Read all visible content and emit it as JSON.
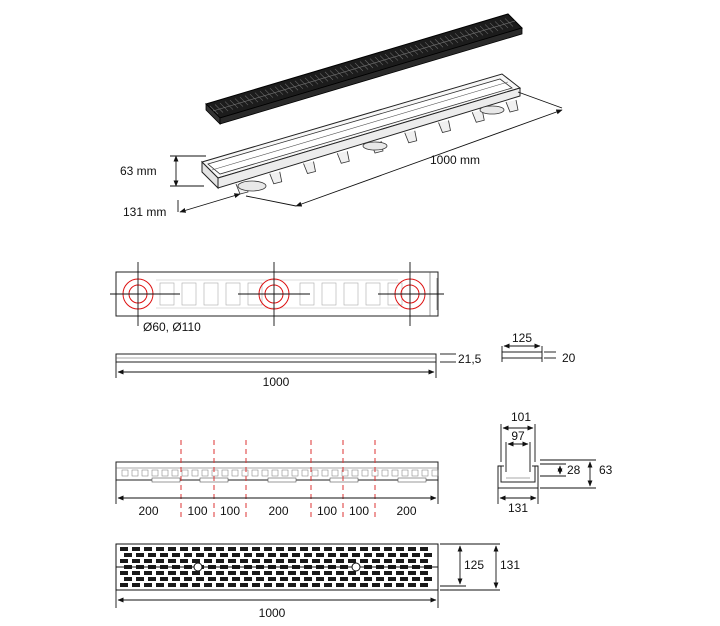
{
  "isometric": {
    "height_label": "63 mm",
    "width_label": "131 mm",
    "length_label": "1000 mm"
  },
  "top_view": {
    "outlet_label": "Ø60, Ø110"
  },
  "side_view": {
    "length_label": "1000",
    "height_label": "21,5"
  },
  "grate_section": {
    "width_label": "125",
    "height_label": "20"
  },
  "channel_view": {
    "segment_labels": [
      "200",
      "100",
      "100",
      "200",
      "100",
      "100",
      "200"
    ]
  },
  "cross_section": {
    "outer_top_label": "101",
    "inner_top_label": "97",
    "inner_height_label": "28",
    "total_height_label": "63",
    "bottom_width_label": "131"
  },
  "grate_view": {
    "inner_width_label": "125",
    "outer_width_label": "131",
    "length_label": "1000"
  },
  "colors": {
    "line": "#111111",
    "accent_red": "#d11111",
    "grate_dark": "#1a1a1a"
  }
}
